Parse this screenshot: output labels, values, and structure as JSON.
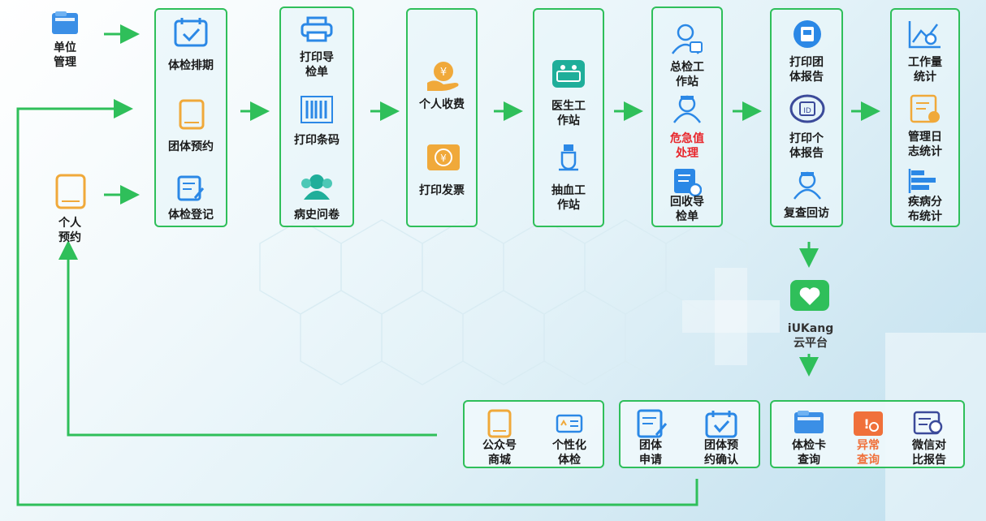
{
  "unit": {
    "label": "单位\n管理"
  },
  "personal": {
    "label": "个人\n预约"
  },
  "col1": [
    "体检排期",
    "团体预约",
    "体检登记"
  ],
  "col2": [
    "打印导\n检单",
    "打印条码",
    "病史问卷"
  ],
  "col3": [
    "个人收费",
    "打印发票"
  ],
  "col4": [
    "医生工\n作站",
    "抽血工\n作站"
  ],
  "col5": [
    "总检工\n作站",
    "危急值\n处理",
    "回收导\n检单"
  ],
  "col6": [
    "打印团\n体报告",
    "打印个\n体报告",
    "复查回访"
  ],
  "col7": [
    "工作量\n统计",
    "管理日\n志统计",
    "疾病分\n布统计"
  ],
  "cloud": {
    "label": "iUKang\n云平台"
  },
  "bottom_left": [
    "公众号\n商城",
    "个性化\n体检"
  ],
  "bottom_mid": [
    "团体\n申请",
    "团体预\n约确认"
  ],
  "bottom_right": [
    "体检卡\n查询",
    "异常\n查询",
    "微信对\n比报告"
  ],
  "colors": {
    "green": "#2fbf5a",
    "blue": "#2b88e6",
    "orange": "#f0a93a",
    "teal": "#1fae9a",
    "red": "#e8262b"
  }
}
